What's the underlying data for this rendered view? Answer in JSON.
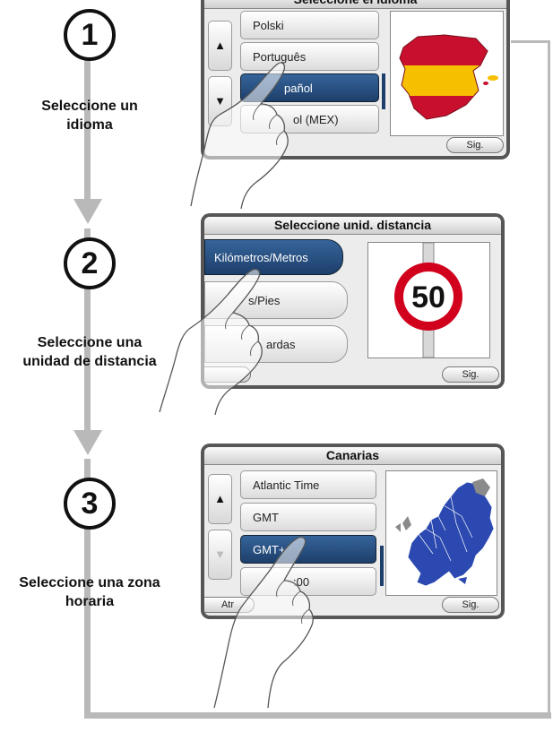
{
  "steps": [
    {
      "number": "1",
      "caption_line1": "Seleccione un",
      "caption_line2": "idioma",
      "screen_title": "Seleccione el idioma",
      "items": [
        "Polski",
        "Português",
        "Español",
        "Español (MEX)"
      ],
      "items_visible": [
        "Polski",
        "Português",
        "pañol",
        "ol (MEX)"
      ],
      "selected_index": 2,
      "next_label": "Sig.",
      "preview_icon": "spain-flag-map-icon"
    },
    {
      "number": "2",
      "caption_line1": "Seleccione una",
      "caption_line2": "unidad de distancia",
      "screen_title": "Seleccione unid. distancia",
      "items_visible": [
        "Kilómetros/Metros",
        "s/Pies",
        "ardas"
      ],
      "selected_index": 0,
      "next_label": "Sig.",
      "speed_sign": "50"
    },
    {
      "number": "3",
      "caption_line1": "Seleccione una zona",
      "caption_line2": "horaria",
      "screen_title": "Canarias",
      "items_visible": [
        "Atlantic Time",
        "GMT",
        "GMT+",
        ":00"
      ],
      "selected_index": 2,
      "back_label": "Atr",
      "next_label": "Sig.",
      "preview_icon": "europe-map-icon"
    }
  ],
  "colors": {
    "flow_line": "#b9b9b9",
    "selected_item": "#1d3f6b",
    "device_frame": "#565656",
    "map_blue": "#2b49b0",
    "flag_red": "#c8102e",
    "flag_yellow": "#f6c000"
  }
}
